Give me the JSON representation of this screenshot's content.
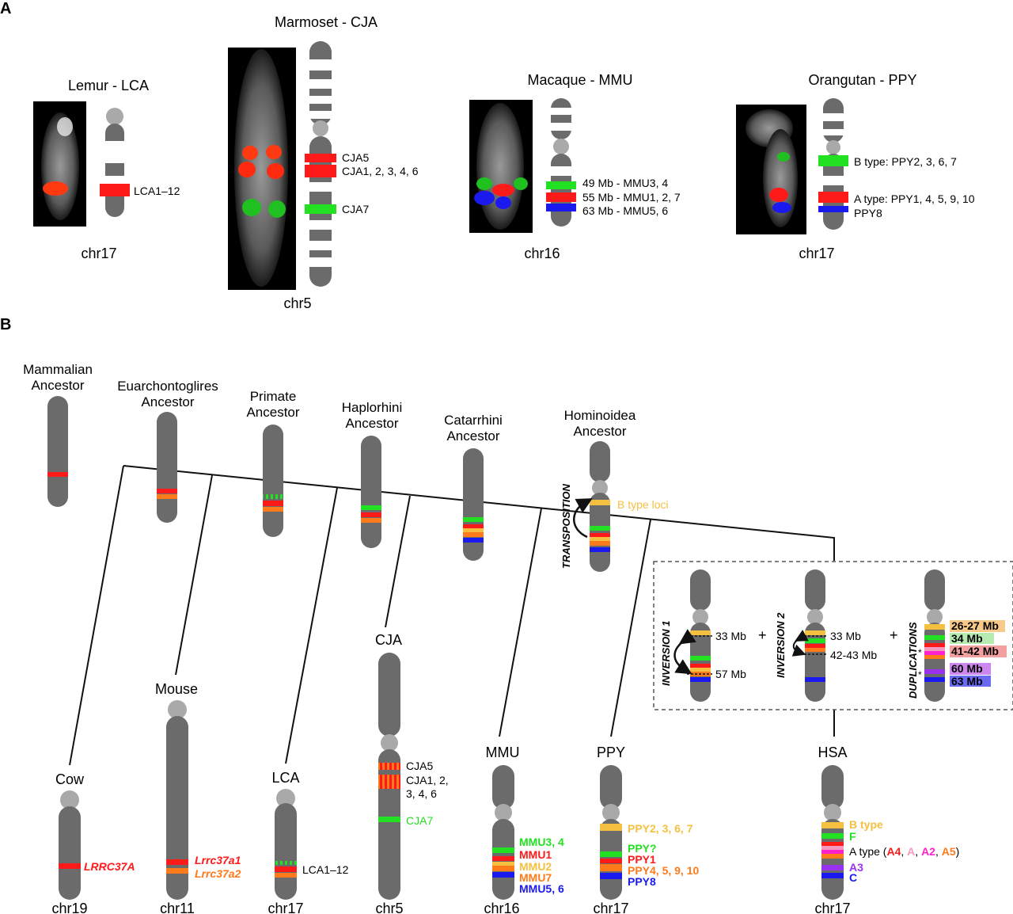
{
  "panels": {
    "a": {
      "letter": "A",
      "species": [
        {
          "title": "Lemur - LCA",
          "chrom": "chr17",
          "labels": [
            "LCA1–12"
          ]
        },
        {
          "title": "Marmoset - CJA",
          "chrom": "chr5",
          "labels": [
            "CJA5",
            "CJA1, 2, 3, 4, 6",
            "CJA7"
          ]
        },
        {
          "title": "Macaque - MMU",
          "chrom": "chr16",
          "labels": [
            "49 Mb - MMU3, 4",
            "55 Mb - MMU1, 2, 7",
            "63 Mb - MMU5, 6"
          ]
        },
        {
          "title": "Orangutan - PPY",
          "chrom": "chr17",
          "labels": [
            "B type: PPY2, 3, 6, 7",
            "A type: PPY1, 4, 5, 9, 10",
            "PPY8"
          ]
        }
      ]
    },
    "b": {
      "letter": "B",
      "ancestors": [
        {
          "line1": "Mammalian",
          "line2": "Ancestor"
        },
        {
          "line1": "Euarchontoglires",
          "line2": "Ancestor"
        },
        {
          "line1": "Primate",
          "line2": "Ancestor"
        },
        {
          "line1": "Haplorhini",
          "line2": "Ancestor"
        },
        {
          "line1": "Catarrhini",
          "line2": "Ancestor"
        },
        {
          "line1": "Hominoidea",
          "line2": "Ancestor"
        }
      ],
      "transposition": "TRANSPOSITION",
      "b_type_loci": "B type loci",
      "inset": {
        "inversion1": "INVERSION 1",
        "inversion2": "INVERSION 2",
        "duplications": "DUPLICATIONS",
        "plus": "+",
        "inv1_top": "33 Mb",
        "inv1_bottom": "57 Mb",
        "inv2_top": "33 Mb",
        "inv2_bottom": "42-43 Mb",
        "dup_labels": [
          "26-27 Mb",
          "34 Mb",
          "41-42 Mb",
          "60 Mb",
          "63 Mb"
        ],
        "asterisk": "*"
      },
      "extant": [
        {
          "name": "Cow",
          "chrom": "chr19",
          "labels": [
            "LRRC37A"
          ]
        },
        {
          "name": "Mouse",
          "chrom": "chr11",
          "labels": [
            "Lrrc37a1",
            "Lrrc37a2"
          ]
        },
        {
          "name": "LCA",
          "chrom": "chr17",
          "labels": [
            "LCA1–12"
          ]
        },
        {
          "name": "CJA",
          "chrom": "chr5",
          "labels": [
            "CJA5",
            "CJA1, 2,",
            "3, 4, 6",
            "CJA7"
          ]
        },
        {
          "name": "MMU",
          "chrom": "chr16",
          "labels": [
            "MMU3, 4",
            "MMU1",
            "MMU2",
            "MMU7",
            "MMU5, 6"
          ]
        },
        {
          "name": "PPY",
          "chrom": "chr17",
          "labels": [
            "PPY2, 3, 6, 7",
            "PPY?",
            "PPY1",
            "PPY4, 5, 9, 10",
            "PPY8"
          ]
        },
        {
          "name": "HSA",
          "chrom": "chr17",
          "labels": [
            "B type",
            "F",
            "A type (",
            "A4",
            ", ",
            "A",
            ", ",
            "A2",
            ", ",
            "A5",
            ")",
            "A3",
            "C"
          ]
        }
      ]
    }
  },
  "colors": {
    "chromosome": "#6b6b6b",
    "centromere": "#a9a9a9",
    "red": "#ff1a1a",
    "green": "#22e022",
    "blue": "#1a1aee",
    "orange": "#ff7a1a",
    "yellow": "#f5c040",
    "pink": "#f49ac1",
    "magenta": "#ff22cc",
    "purple": "#9932ee"
  }
}
